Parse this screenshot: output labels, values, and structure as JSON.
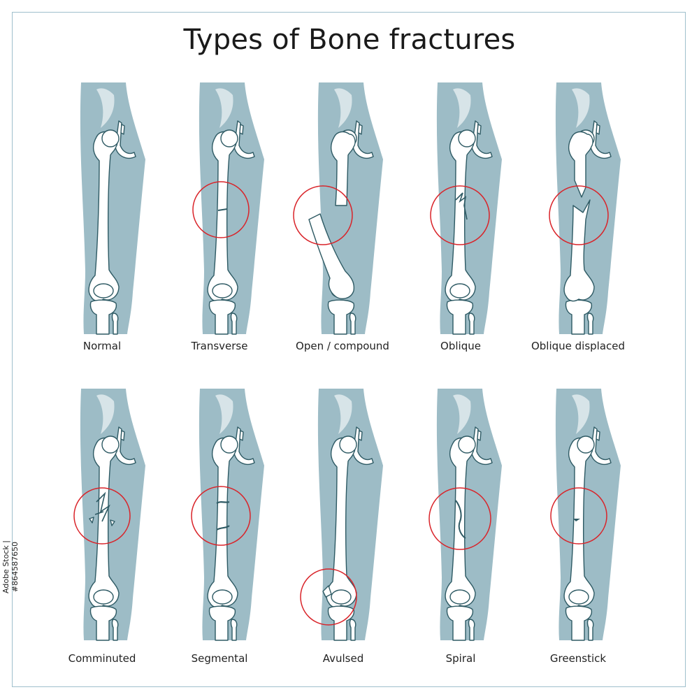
{
  "title": "Types of Bone fractures",
  "stock_id": "Adobe Stock | #864587650",
  "colors": {
    "skin": "#9dbcc6",
    "bone": "#ffffff",
    "outline": "#2e5a64",
    "highlight": "#d7e4e8",
    "ring": "#d9242a"
  },
  "fractures": [
    {
      "label": "Normal",
      "kind": "normal"
    },
    {
      "label": "Transverse",
      "kind": "transverse"
    },
    {
      "label": "Open / compound",
      "kind": "open"
    },
    {
      "label": "Oblique",
      "kind": "oblique"
    },
    {
      "label": "Oblique displaced",
      "kind": "oblique-displaced"
    },
    {
      "label": "Comminuted",
      "kind": "comminuted"
    },
    {
      "label": "Segmental",
      "kind": "segmental"
    },
    {
      "label": "Avulsed",
      "kind": "avulsed"
    },
    {
      "label": "Spiral",
      "kind": "spiral"
    },
    {
      "label": "Greenstick",
      "kind": "greenstick"
    }
  ]
}
